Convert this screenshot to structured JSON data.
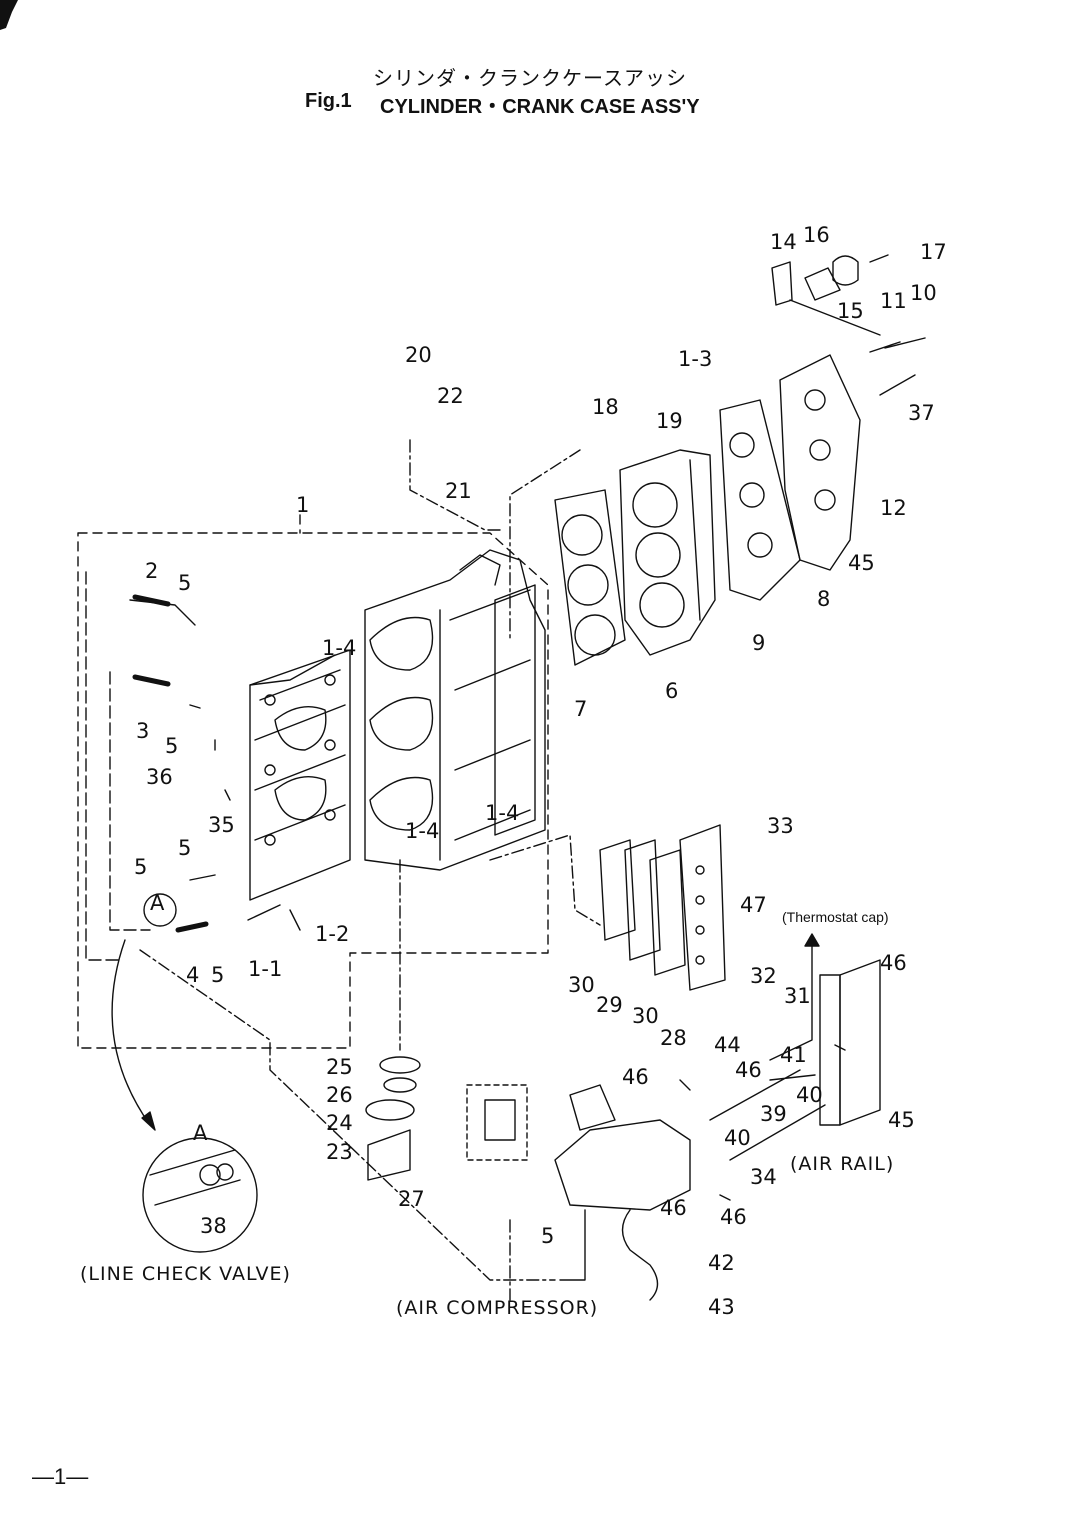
{
  "header": {
    "title_jp": "シリンダ・クランクケースアッシ",
    "fig_number": "Fig.1",
    "title_en": "CYLINDER・CRANK CASE ASS'Y"
  },
  "page_number": "—1—",
  "part_labels": [
    "1",
    "1-1",
    "1-2",
    "1-3",
    "1-4",
    "2",
    "3",
    "4",
    "5",
    "6",
    "7",
    "8",
    "9",
    "10",
    "11",
    "12",
    "14",
    "15",
    "16",
    "17",
    "18",
    "19",
    "20",
    "21",
    "22",
    "23",
    "24",
    "25",
    "26",
    "27",
    "28",
    "29",
    "30",
    "31",
    "32",
    "33",
    "34",
    "35",
    "36",
    "37",
    "38",
    "39",
    "40",
    "41",
    "42",
    "43",
    "44",
    "45",
    "46",
    "47"
  ],
  "callouts": {
    "line_check_valve": "(LINE CHECK VALVE)",
    "air_compressor": "(AIR COMPRESSOR)",
    "air_rail": "(AIR RAIL)",
    "thermostat_cap": "(Thermostat cap)",
    "detail_a": "A"
  },
  "colors": {
    "ink": "#111111",
    "paper": "#ffffff"
  }
}
